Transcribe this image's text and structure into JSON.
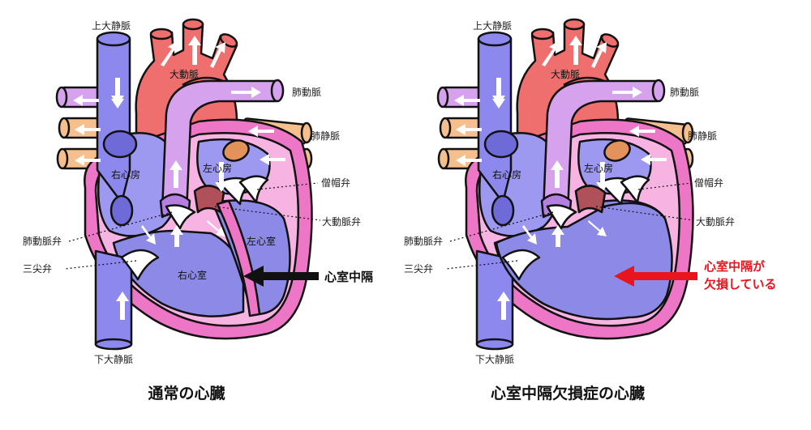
{
  "colors": {
    "vena_cava": "#8c88ee",
    "aorta": "#ef6f6f",
    "pulmonary_artery": "#d6a2ee",
    "pulmonary_vein": "#f5c08d",
    "heart_wall": "#ee76c6",
    "wall_light": "#f7b4e2",
    "right_chambers": "#9e99f0",
    "left_chambers": "#8c8ae6",
    "valve_red": "#b0505a",
    "black_arrow": "#111111",
    "red_arrow": "#e8141e"
  },
  "left": {
    "title": "通常の心臓",
    "labels": {
      "svc": "上大静脈",
      "aorta": "大動脈",
      "pa": "肺動脈",
      "pv": "肺静脈",
      "ra": "右心房",
      "la": "左心房",
      "mitral": "僧帽弁",
      "aortic": "大動脈弁",
      "pulmonic": "肺動脈弁",
      "tricuspid": "三尖弁",
      "rv": "右心室",
      "lv": "左心室",
      "ivc": "下大静脈"
    },
    "callout": "心室中隔"
  },
  "right": {
    "title": "心室中隔欠損症の心臓",
    "labels": {
      "svc": "上大静脈",
      "aorta": "大動脈",
      "pa": "肺動脈",
      "pv": "肺静脈",
      "ra": "右心房",
      "la": "左心房",
      "mitral": "僧帽弁",
      "aortic": "大動脈弁",
      "pulmonic": "肺動脈弁",
      "tricuspid": "三尖弁",
      "ivc": "下大静脈"
    },
    "callout_line1": "心室中隔が",
    "callout_line2": "欠損している"
  }
}
